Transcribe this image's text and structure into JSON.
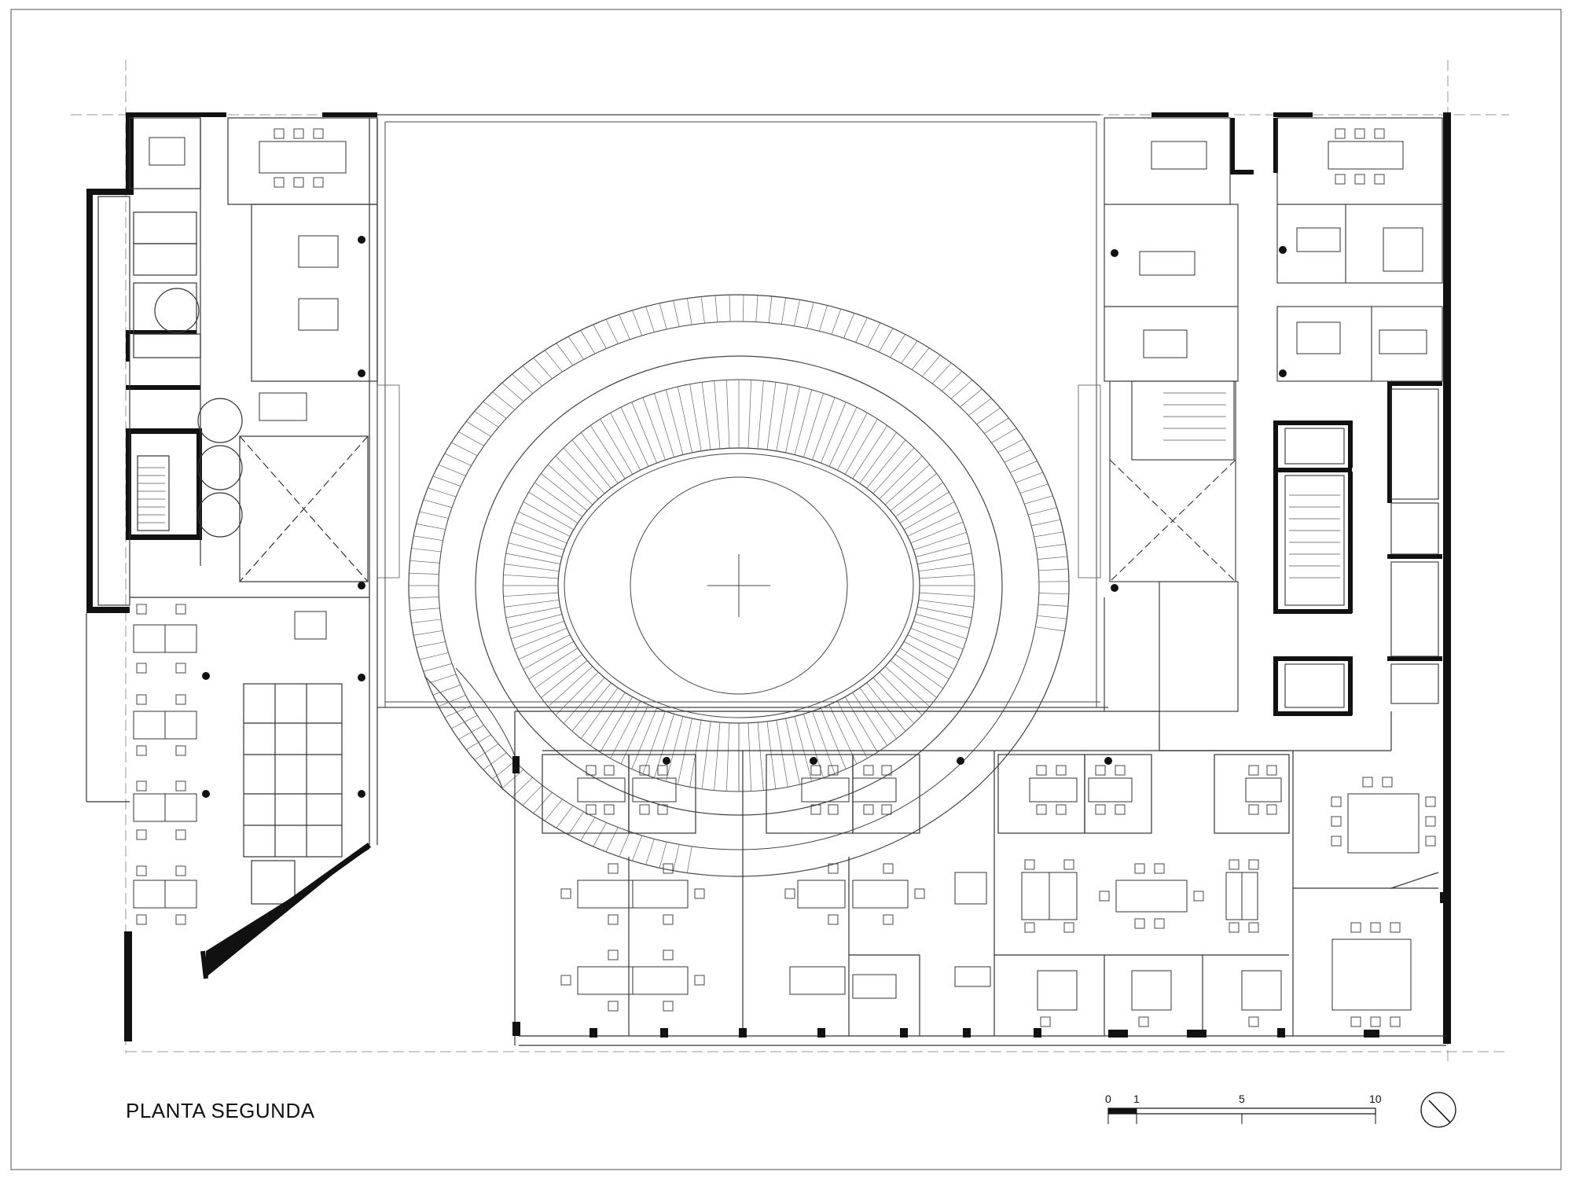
{
  "title": "PLANTA SEGUNDA",
  "scale_bar": {
    "labels": [
      "0",
      "1",
      "5",
      "10"
    ]
  },
  "north_arrow": "north-arrow-icon"
}
